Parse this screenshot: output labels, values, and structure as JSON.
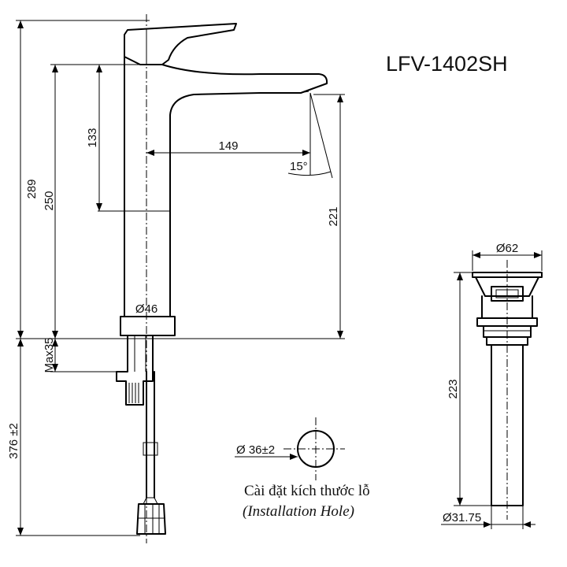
{
  "model": "LFV-1402SH",
  "dims": {
    "total_height": "289",
    "spout_height": "250",
    "handle_rise": "133",
    "reach": "149",
    "angle": "15°",
    "outlet_height": "221",
    "body_diameter": "Ø46",
    "max_deck": "Max35",
    "hose_length": "376 ±2",
    "drain_top_diameter": "Ø62",
    "drain_length": "223",
    "drain_pipe_diameter": "Ø31.75"
  },
  "hole": {
    "diameter": "36±2",
    "caption_vi": "Cài đặt kích thước lỗ",
    "caption_en": "(Installation Hole)"
  }
}
